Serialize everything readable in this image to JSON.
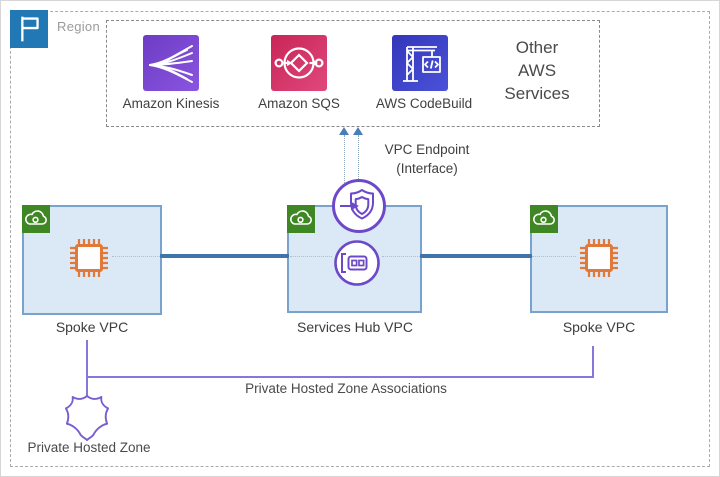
{
  "region": {
    "label": "Region"
  },
  "other_services": {
    "lines": [
      "Other",
      "AWS",
      "Services"
    ],
    "items": [
      {
        "label": "Amazon Kinesis",
        "icon": "kinesis-icon",
        "color": "#7a43d0"
      },
      {
        "label": "Amazon SQS",
        "icon": "sqs-icon",
        "color": "#d13767"
      },
      {
        "label": "AWS CodeBuild",
        "icon": "codebuild-icon",
        "color": "#3b44c8"
      }
    ]
  },
  "endpoint": {
    "line1": "VPC Endpoint",
    "line2": "(Interface)"
  },
  "vpcs": {
    "left": "Spoke VPC",
    "center": "Services Hub VPC",
    "right": "Spoke VPC"
  },
  "associations": {
    "label": "Private Hosted Zone Associations"
  },
  "hosted_zone": {
    "label": "Private Hosted Zone"
  },
  "colors": {
    "region_icon_blue": "#2178b5",
    "kinesis_purple": "#7a43d0",
    "sqs_pink": "#d13767",
    "codebuild_blue": "#3b44c8",
    "vpc_fill": "#dbe8f6",
    "vpc_border": "#79a3cc",
    "vpc_badge_green": "#3f8624",
    "chip_orange": "#e0793a",
    "connector_blue": "#3d74a9",
    "endpoint_purple": "#6c49c9",
    "association_purple": "#8478d8"
  }
}
